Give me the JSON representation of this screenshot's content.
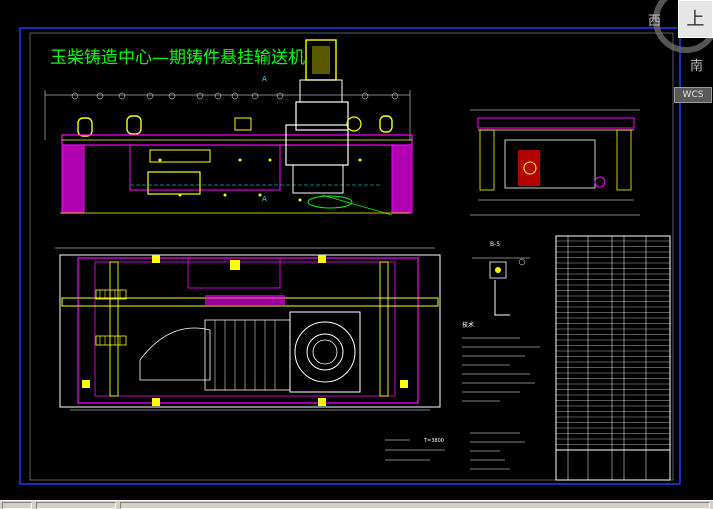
{
  "drawing": {
    "title": "玉柴铸造中心—期铸件悬挂输送机",
    "section_mark": "A",
    "detail_label": "B-5",
    "notes_heading": "技术",
    "labels": [
      "T=3800"
    ]
  },
  "viewcube": {
    "west": "西",
    "top": "上",
    "south": "南",
    "wcs": "WCS"
  },
  "colors": {
    "background": "#000000",
    "frame": "#1f3cff",
    "yellow": "#ffff00",
    "magenta": "#ff00ff",
    "cyan": "#00ffff",
    "white": "#ffffff",
    "green": "#00ff00",
    "red": "#ff0000"
  },
  "icons": [
    "viewcube-icon",
    "wcs-icon"
  ]
}
